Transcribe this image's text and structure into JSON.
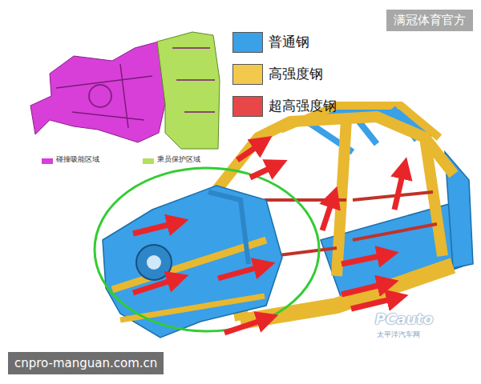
{
  "diagram": {
    "labels": [
      "满冠体育官方",
      "cnpro-manguan.com.cn",
      "PCauto",
      "太平洋汽车网"
    ],
    "legend": [
      {
        "text": "普通钢",
        "color": "#3aa0e8"
      },
      {
        "text": "高强度钢",
        "color": "#f2c94c"
      },
      {
        "text": "超高强度钢",
        "color": "#e8474a"
      },
      {
        "text": "碰撞吸能区域",
        "color": "#d83fd8"
      },
      {
        "text": "乘员保护区域",
        "color": "#b2e05e"
      }
    ]
  }
}
